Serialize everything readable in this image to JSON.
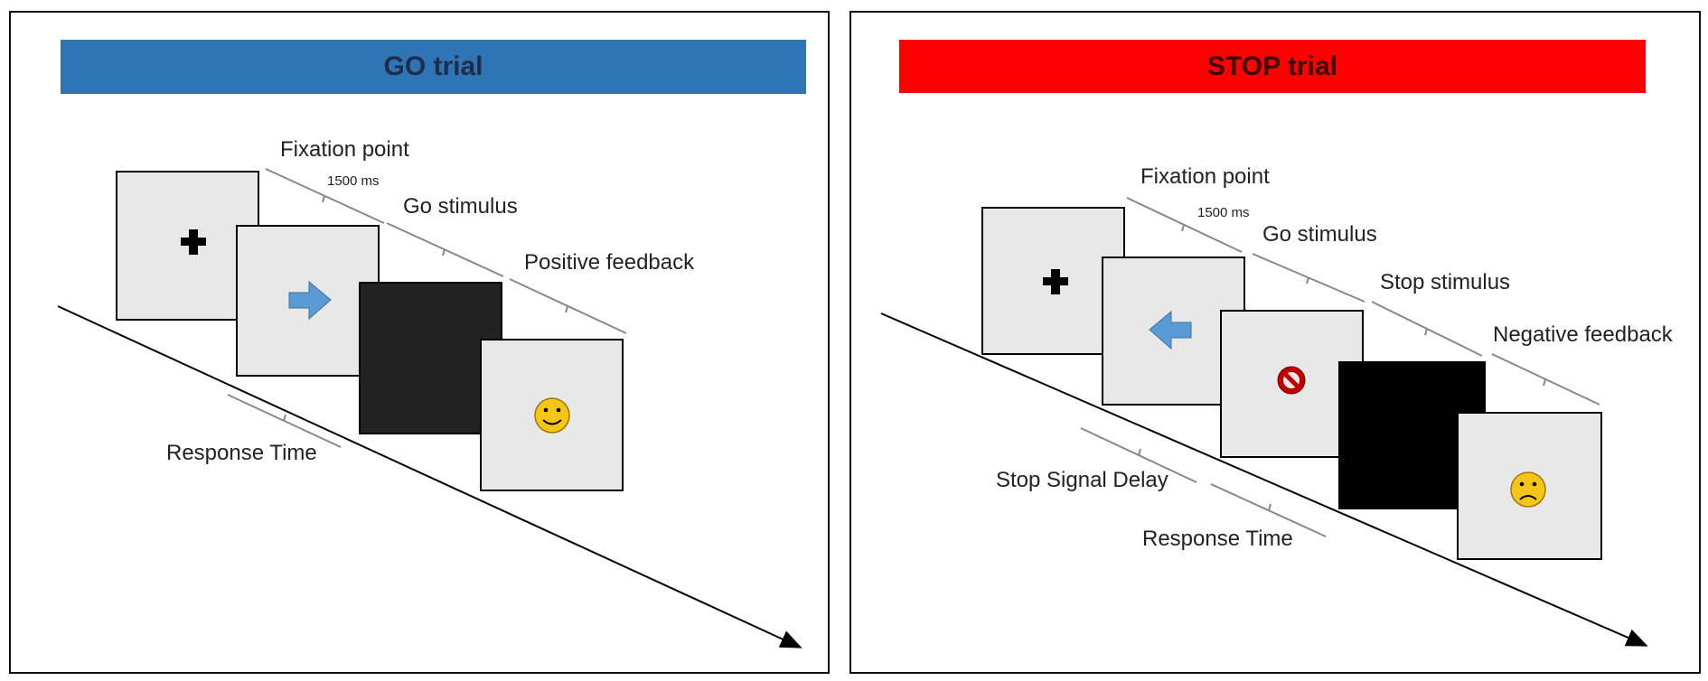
{
  "go_trial": {
    "title": "GO trial",
    "banner_color": "#2e75b6",
    "labels": {
      "fixation": "Fixation point",
      "duration": "1500 ms",
      "go_stimulus": "Go stimulus",
      "feedback": "Positive feedback",
      "response_time": "Response Time"
    },
    "screens": [
      {
        "content": "fixation-cross",
        "background": "#e8e8e8"
      },
      {
        "content": "right-arrow",
        "background": "#e8e8e8"
      },
      {
        "content": "blank",
        "background": "#222222"
      },
      {
        "content": "smiley-face",
        "background": "#e8e8e8"
      }
    ]
  },
  "stop_trial": {
    "title": "STOP trial",
    "banner_color": "#ff0000",
    "labels": {
      "fixation": "Fixation point",
      "duration": "1500 ms",
      "go_stimulus": "Go stimulus",
      "stop_stimulus": "Stop stimulus",
      "feedback": "Negative feedback",
      "stop_signal_delay": "Stop Signal Delay",
      "response_time": "Response Time"
    },
    "screens": [
      {
        "content": "fixation-cross",
        "background": "#e8e8e8"
      },
      {
        "content": "left-arrow",
        "background": "#e8e8e8"
      },
      {
        "content": "stop-sign",
        "background": "#e8e8e8"
      },
      {
        "content": "blank",
        "background": "#000000"
      },
      {
        "content": "sad-face",
        "background": "#e8e8e8"
      }
    ]
  },
  "colors": {
    "arrow_blue": "#5b9bd5",
    "face_yellow": "#f5c518",
    "stop_red": "#c00000"
  }
}
